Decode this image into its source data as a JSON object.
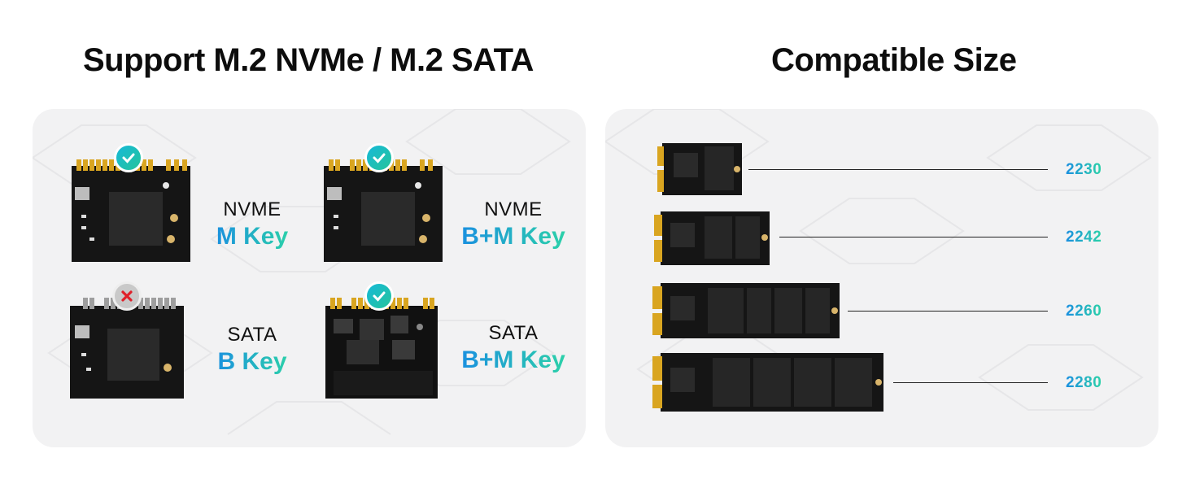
{
  "headings": {
    "left": "Support M.2 NVMe / M.2 SATA",
    "right": "Compatible Size"
  },
  "cards": [
    {
      "type": "NVME",
      "key": "M Key",
      "status": "supported",
      "icon": "check-icon"
    },
    {
      "type": "NVME",
      "key": "B+M Key",
      "status": "supported",
      "icon": "check-icon"
    },
    {
      "type": "SATA",
      "key": "B Key",
      "status": "unsupported",
      "icon": "cross-icon"
    },
    {
      "type": "SATA",
      "key": "B+M Key",
      "status": "supported",
      "icon": "check-icon"
    }
  ],
  "sizes": [
    {
      "label": "2230"
    },
    {
      "label": "2242"
    },
    {
      "label": "2260"
    },
    {
      "label": "2280"
    }
  ],
  "colors": {
    "accent_start": "#1a8fe0",
    "accent_end": "#2cd2a8",
    "panel_bg": "#f2f2f3",
    "cross": "#e0202a",
    "pcb": "#151515",
    "gold": "#d9a520"
  }
}
